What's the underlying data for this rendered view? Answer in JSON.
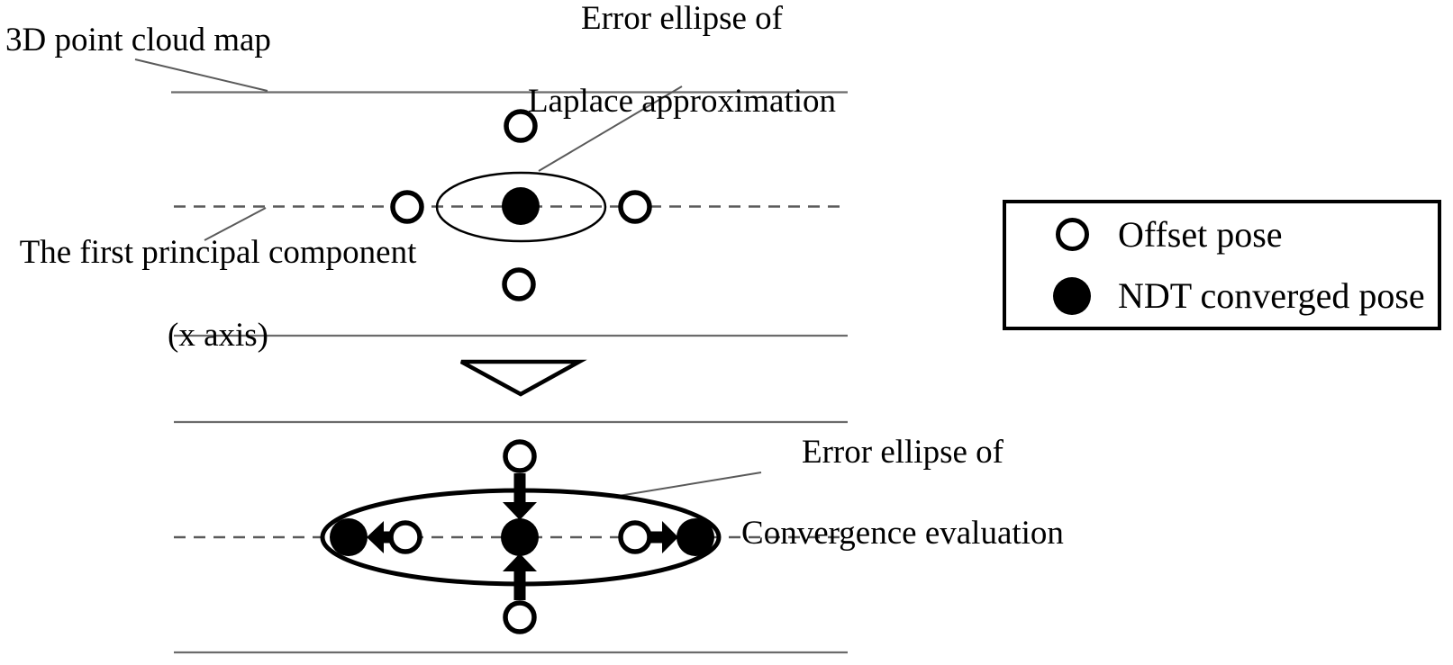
{
  "figure": {
    "labels": {
      "point_cloud_map": "3D point cloud map",
      "laplace_ellipse_line1": "Error ellipse of",
      "laplace_ellipse_line2": "Laplace approximation",
      "principal_component_line1": "The first principal component",
      "principal_component_line2": "(x axis)",
      "convergence_ellipse_line1": "Error ellipse of",
      "convergence_ellipse_line2": "Convergence evaluation"
    },
    "legend": {
      "items": [
        {
          "marker_icon": "open-circle-icon",
          "label": "Offset pose"
        },
        {
          "marker_icon": "filled-circle-icon",
          "label": "NDT converged pose"
        }
      ]
    },
    "markers": {
      "open_circle_meaning": "Offset pose",
      "filled_circle_meaning": "NDT converged pose"
    },
    "colors": {
      "ink": "#000000",
      "map_line_gray": "#6b6b6b",
      "dash_gray": "#5a5a5a",
      "leader_gray": "#5a5a5a",
      "background": "#ffffff"
    }
  }
}
